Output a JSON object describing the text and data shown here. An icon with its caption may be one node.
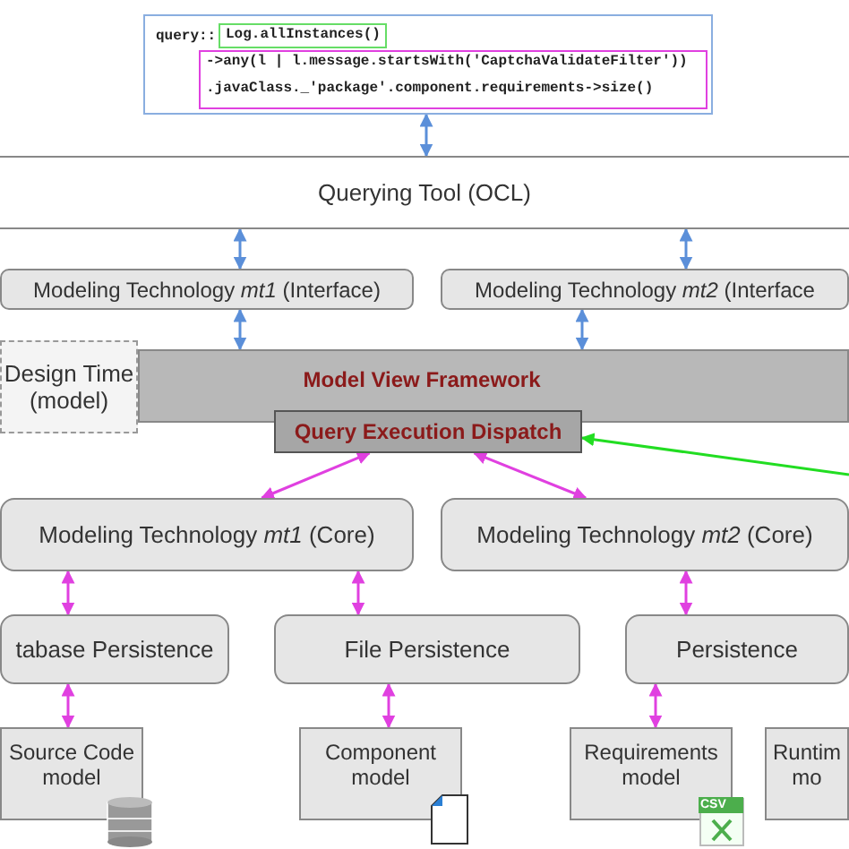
{
  "diagram": {
    "nodes": [
      {
        "text": [
          "query::"
        ]
      },
      {
        "text": [
          "Log.allInstances()"
        ],
        "in": 0
      },
      {
        "text": [
          "->any(l | l.message.startsWith('CaptchaValidateFilter'))",
          ".javaClass._'package'.component.requirements->size()"
        ],
        "in": 0
      },
      {
        "text": [
          "Querying Tool (OCL)"
        ]
      },
      {
        "text": [
          "Modeling Technology *mt1* (Interface)"
        ]
      },
      {
        "text": [
          "Modeling Technology *mt2* (Interface"
        ]
      },
      {
        "text": [
          "Design Time (model)"
        ]
      },
      {
        "text": [
          "Model View Framework"
        ]
      },
      {
        "text": [
          "Query Execution Dispatch"
        ]
      },
      {
        "text": [
          "Modeling Technology *mt1* (Core)"
        ]
      },
      {
        "text": [
          "Modeling Technology *mt2* (Core)"
        ]
      },
      {
        "text": [
          "tabase Persistence"
        ]
      },
      {
        "text": [
          "File Persistence"
        ]
      },
      {
        "text": [
          "Persistence"
        ]
      },
      {
        "text": [
          "Source Code model"
        ]
      },
      {
        "text": [
          "Component model"
        ]
      },
      {
        "text": [
          "Requirements model"
        ]
      },
      {
        "text": [
          "Runtim mo"
        ]
      }
    ],
    "edges": [
      {
        "from": 0,
        "to": 3,
        "arrow": "both",
        "color": "#5b8fd9"
      },
      {
        "from": 3,
        "to": 4,
        "arrow": "both",
        "color": "#5b8fd9"
      },
      {
        "from": 3,
        "to": 5,
        "arrow": "both",
        "color": "#5b8fd9"
      },
      {
        "from": 4,
        "to": 7,
        "arrow": "both",
        "color": "#5b8fd9"
      },
      {
        "from": 5,
        "to": 7,
        "arrow": "both",
        "color": "#5b8fd9"
      },
      {
        "from": null,
        "to": 8,
        "arrow": "to",
        "color": "#22dd22"
      },
      {
        "from": 8,
        "to": 9,
        "arrow": "both"
      },
      {
        "from": 8,
        "to": 10,
        "arrow": "both"
      },
      {
        "from": 9,
        "to": 11,
        "arrow": "both"
      },
      {
        "from": 9,
        "to": 12,
        "arrow": "both"
      },
      {
        "from": 10,
        "to": 13,
        "arrow": "both"
      },
      {
        "from": 11,
        "to": 14,
        "arrow": "both"
      },
      {
        "from": 12,
        "to": 15,
        "arrow": "both"
      },
      {
        "from": 13,
        "to": 16,
        "arrow": "both"
      }
    ],
    "labels": [
      "CSV"
    ]
  }
}
